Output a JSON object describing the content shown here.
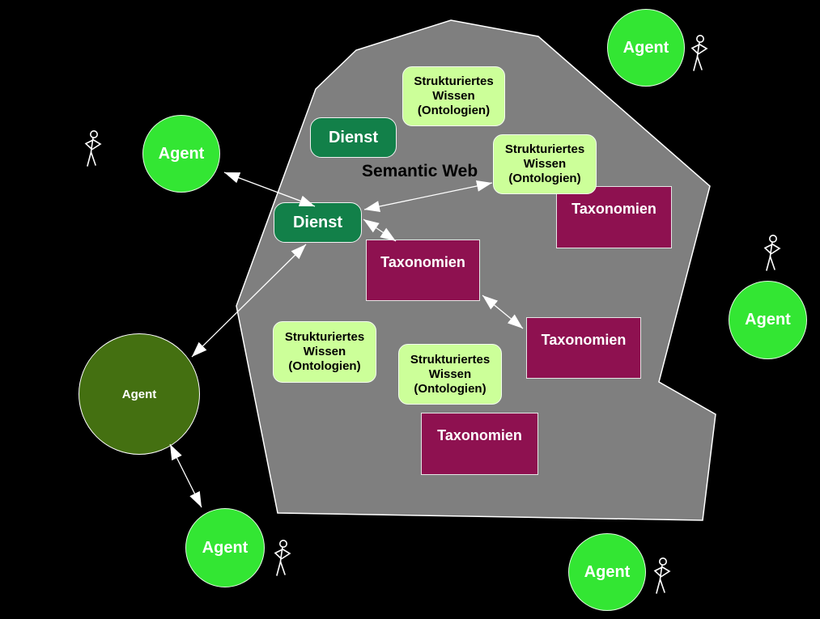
{
  "diagram": {
    "region_label": "Semantic Web",
    "agents": [
      {
        "position": "top-left",
        "label": "Agent",
        "variant": "bright"
      },
      {
        "position": "top-right",
        "label": "Agent",
        "variant": "bright"
      },
      {
        "position": "middle-right",
        "label": "Agent",
        "variant": "bright"
      },
      {
        "position": "middle-left",
        "label": "Agent",
        "variant": "dark"
      },
      {
        "position": "bottom-left",
        "label": "Agent",
        "variant": "bright"
      },
      {
        "position": "bottom-right",
        "label": "Agent",
        "variant": "bright"
      }
    ],
    "services": [
      {
        "position": "upper",
        "label": "Dienst"
      },
      {
        "position": "lower",
        "label": "Dienst"
      }
    ],
    "knowledge_boxes": [
      {
        "position": "top",
        "lines": [
          "Strukturiertes",
          "Wissen",
          "(Ontologien)"
        ]
      },
      {
        "position": "upper-right",
        "lines": [
          "Strukturiertes",
          "Wissen",
          "(Ontologien)"
        ]
      },
      {
        "position": "middle-left",
        "lines": [
          "Strukturiertes",
          "Wissen",
          "(Ontologien)"
        ]
      },
      {
        "position": "middle-center",
        "lines": [
          "Strukturiertes",
          "Wissen",
          "(Ontologien)"
        ]
      }
    ],
    "taxonomy_boxes": [
      {
        "position": "upper-right",
        "label": "Taxonomien"
      },
      {
        "position": "center",
        "label": "Taxonomien"
      },
      {
        "position": "middle-right",
        "label": "Taxonomien"
      },
      {
        "position": "bottom-center",
        "label": "Taxonomien"
      }
    ],
    "connectors": [
      {
        "from": "agent-top-left",
        "to": "service-lower",
        "style": "double-arrow"
      },
      {
        "from": "service-lower",
        "to": "knowledge-upper-right",
        "style": "double-arrow"
      },
      {
        "from": "service-lower",
        "to": "taxonomy-center",
        "style": "double-arrow"
      },
      {
        "from": "taxonomy-center",
        "to": "taxonomy-middle-right",
        "style": "double-arrow"
      },
      {
        "from": "service-lower",
        "to": "agent-middle-left",
        "style": "double-arrow"
      },
      {
        "from": "agent-middle-left",
        "to": "agent-bottom-left",
        "style": "double-arrow"
      }
    ],
    "icons": {
      "person": "stick-figure"
    },
    "colors": {
      "background": "#000000",
      "region_gray": "#7f7f7f",
      "agent_bright_green": "#33e633",
      "agent_dark_green": "#447011",
      "service_green": "#128049",
      "taxonomy_plum": "#8e1150",
      "knowledge_light_green": "#ccff99",
      "connector_white": "#ffffff"
    }
  }
}
